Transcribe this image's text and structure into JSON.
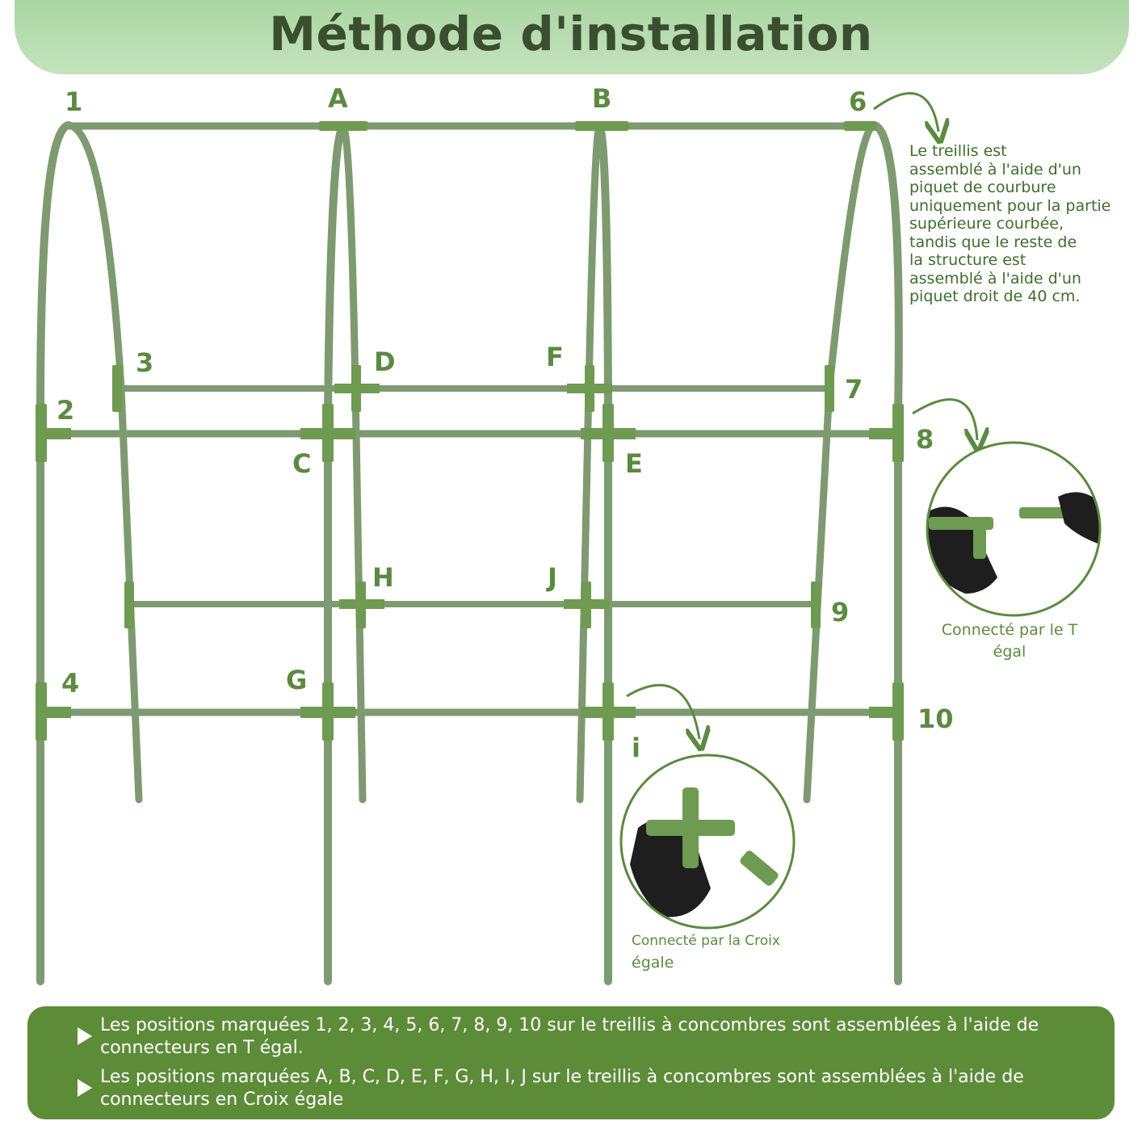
{
  "title": "Méthode d'installation",
  "labels": {
    "l1": "1",
    "lA": "A",
    "lB": "B",
    "l6": "6",
    "l2": "2",
    "l3": "3",
    "lC": "C",
    "lD": "D",
    "lE": "E",
    "lF": "F",
    "l7": "7",
    "l8": "8",
    "lH": "H",
    "lJ": "J",
    "l9": "9",
    "l4": "4",
    "lG": "G",
    "l10": "10",
    "li": "i"
  },
  "side_note": [
    "Le treillis est",
    "assemblé à l'aide d'un",
    "piquet de courbure",
    "uniquement pour la partie",
    "supérieure courbée,",
    "tandis que le reste de",
    "la structure est",
    "assemblé à l'aide d'un",
    "piquet droit de 40 cm."
  ],
  "captions": {
    "t_connector": [
      "Connecté par le T",
      "égal"
    ],
    "cross_connector": [
      "Connecté par la Croix",
      "égale"
    ]
  },
  "footer": {
    "bullet1": "Les positions marquées 1, 2, 3, 4, 5, 6, 7, 8, 9, 10 sur le treillis à concombres sont assemblées à l'aide de connecteurs en T égal.",
    "bullet2": "Les positions marquées A, B, C, D, E, F, G, H, I, J sur le treillis à concombres sont assemblées à l'aide de connecteurs en Croix égale"
  },
  "colors": {
    "frame": "#7e9a70",
    "label": "#5b8a40",
    "banner": "#a9d6a3",
    "footer": "#5c8c38",
    "glove": "#1e1e1e",
    "connector": "#6e9a52"
  },
  "icons": [
    "curved-arrow-icon",
    "play-triangle-icon"
  ]
}
